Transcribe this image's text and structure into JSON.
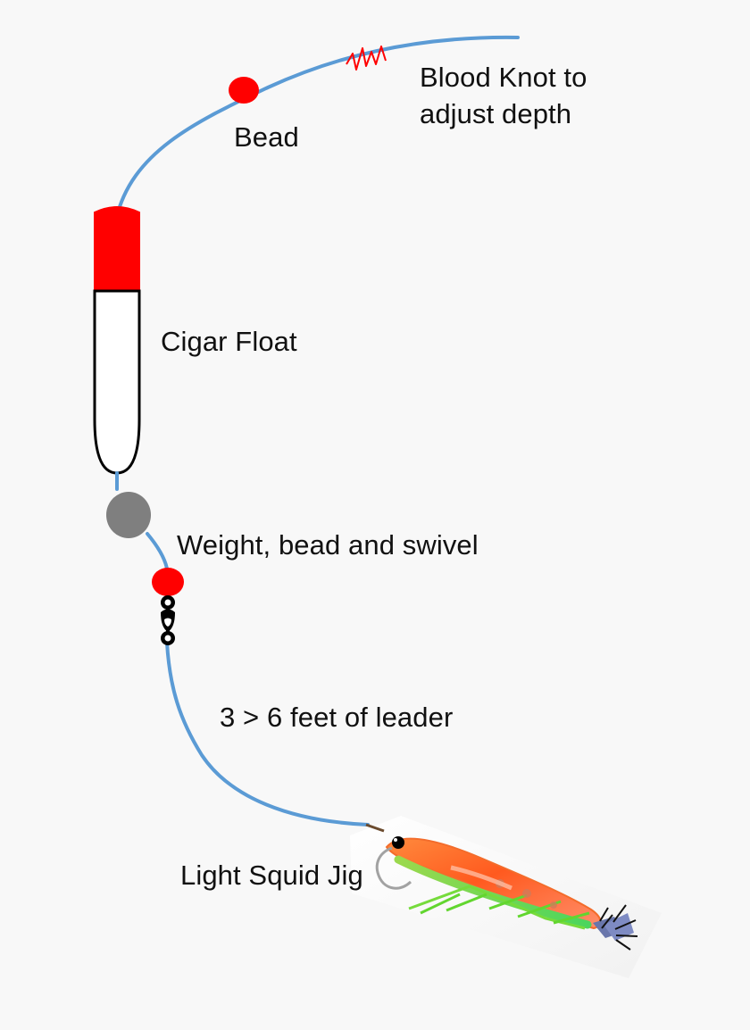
{
  "labels": {
    "blood_knot": "Blood Knot to\nadjust depth",
    "bead": "Bead",
    "cigar_float": "Cigar Float",
    "weight_bead_swivel": "Weight, bead and swivel",
    "leader": "3 > 6 feet of leader",
    "jig": "Light Squid Jig"
  },
  "colors": {
    "line": "#5b9bd5",
    "bead": "#ff0000",
    "float_top": "#ff0000",
    "weight": "#7f7f7f",
    "knot": "#ff0000"
  }
}
